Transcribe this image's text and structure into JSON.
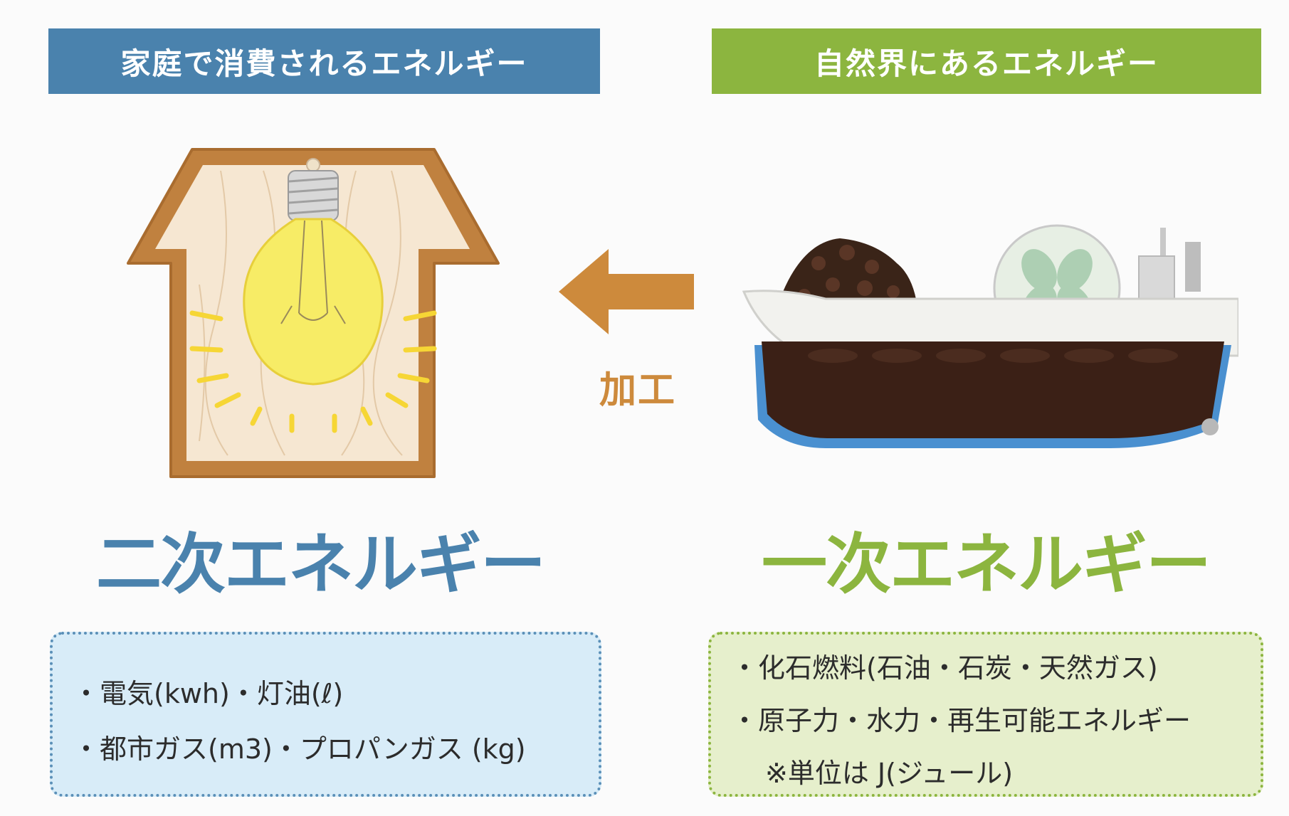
{
  "left": {
    "banner": "家庭で消費されるエネルギー",
    "title": "二次エネルギー",
    "items": [
      "・電気(kwh)・灯油(ℓ)",
      "・都市ガス(m3)・プロパンガス (kg)"
    ]
  },
  "right": {
    "banner": "自然界にあるエネルギー",
    "title": "一次エネルギー",
    "items": [
      "・化石燃料(石油・石炭・天然ガス)",
      "・原子力・水力・再生可能エネルギー"
    ],
    "note": "※単位は J(ジュール)"
  },
  "arrow": {
    "label": "加工",
    "direction": "right-to-left"
  },
  "colors": {
    "blue": "#4a82ad",
    "green": "#8cb53f",
    "orange": "#cd8a3c",
    "bulb": "#f7e85a",
    "light_blue_box": "#d8ecf8",
    "light_green_box": "#e6efcc"
  },
  "icons": [
    "house-with-light-bulb-icon",
    "cargo-ship-icon",
    "left-arrow-icon"
  ]
}
